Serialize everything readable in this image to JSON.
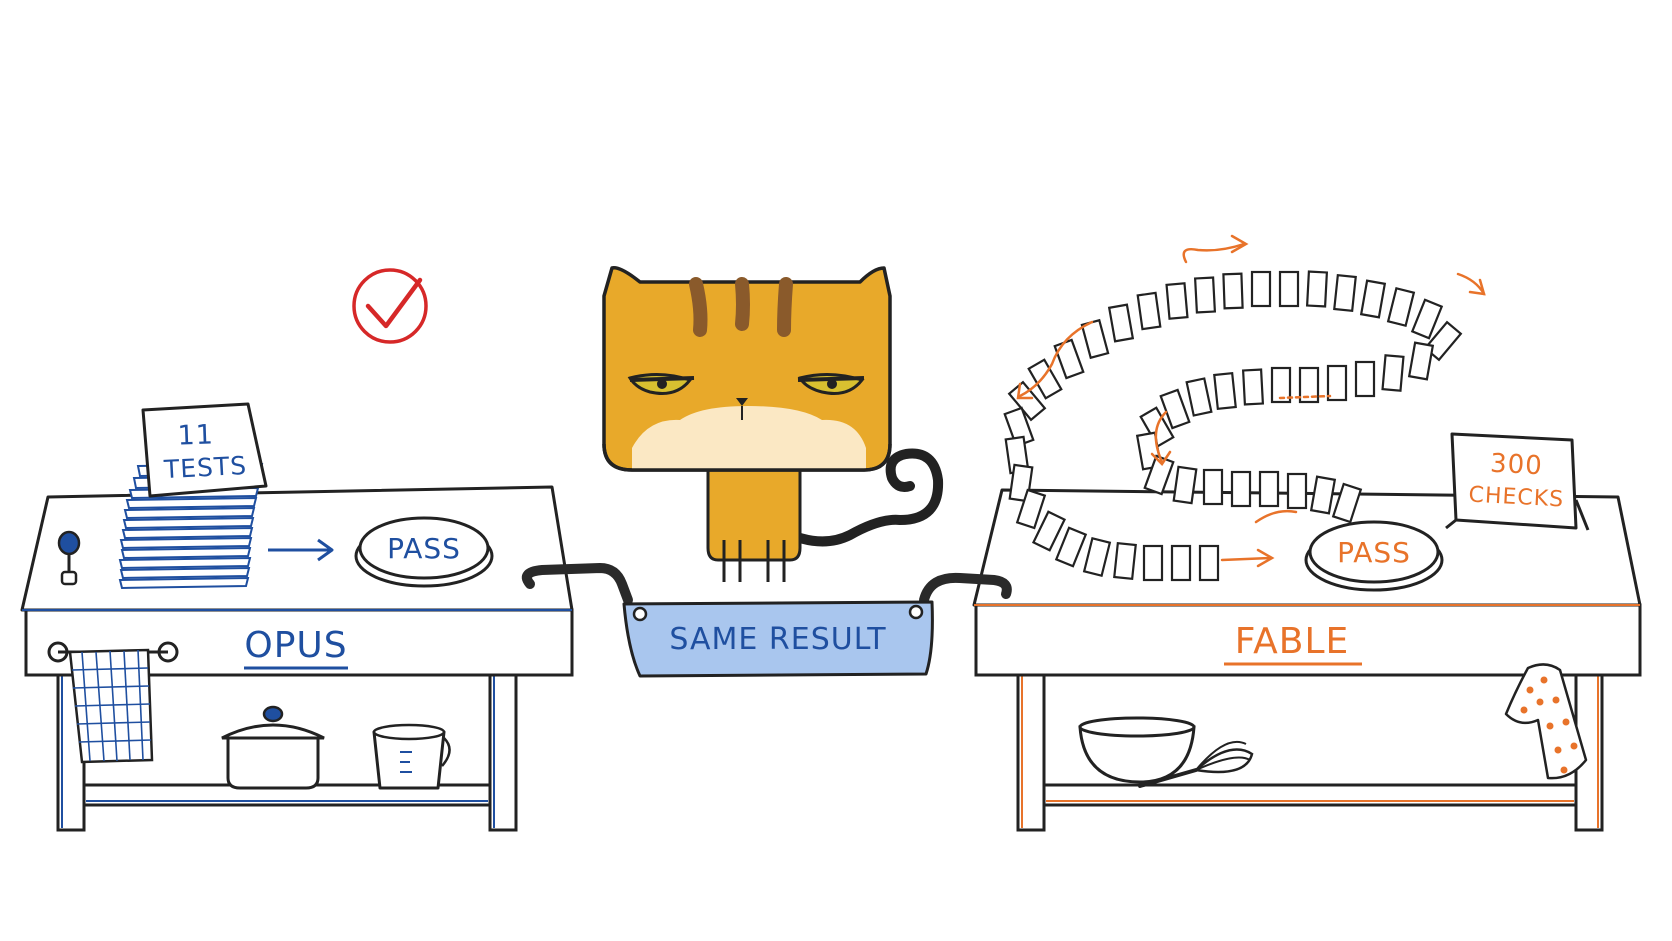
{
  "left_table": {
    "label": "OPUS",
    "card_count": "11",
    "card_word": "TESTS",
    "plate_label": "PASS",
    "color": "#1f4fa0"
  },
  "right_table": {
    "label": "FABLE",
    "sign_count": "300",
    "sign_word": "CHECKS",
    "plate_label": "PASS",
    "color": "#e8732a"
  },
  "banner": {
    "label": "SAME RESULT",
    "fill": "#a9c6ee"
  },
  "cat": {
    "fur": "#e8a92a",
    "stripe": "#8a5a2b"
  },
  "check_color": "#d62828",
  "icons": [
    "checkmark-icon",
    "cat-character",
    "domino-chain",
    "cooking-pot-icon",
    "measuring-cup-icon",
    "mixing-bowl-icon",
    "whisk-icon",
    "towel-icon",
    "knob-icon"
  ]
}
